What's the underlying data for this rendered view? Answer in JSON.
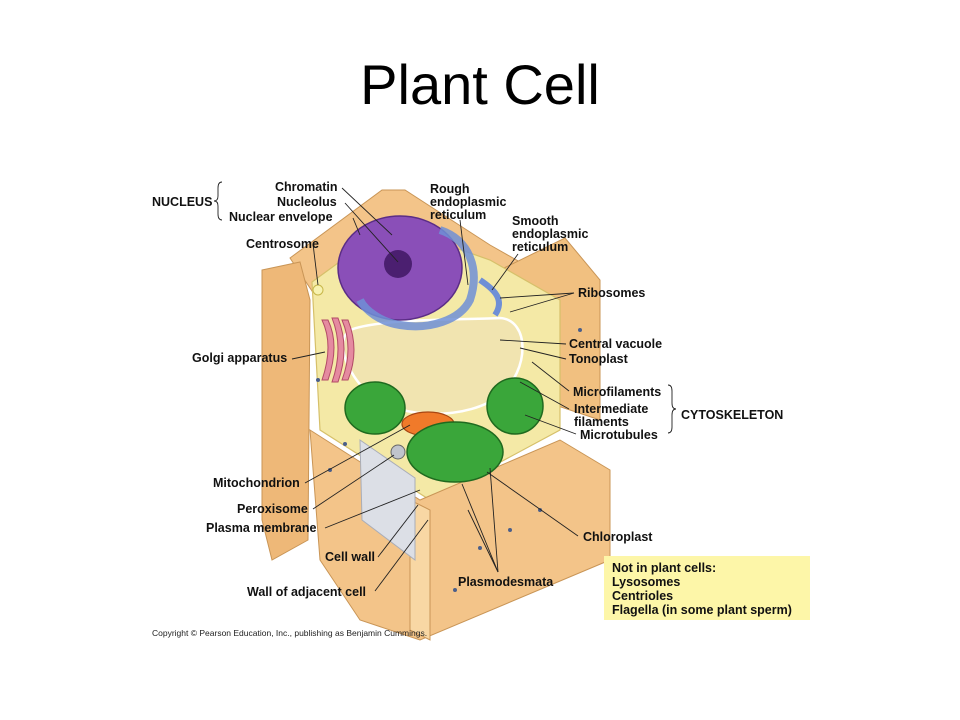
{
  "title": "Plant Cell",
  "labels": {
    "nucleus": "NUCLEUS",
    "chromatin": "Chromatin",
    "nucleolus": "Nucleolus",
    "nuclear_envelope": "Nuclear envelope",
    "centrosome": "Centrosome",
    "golgi": "Golgi apparatus",
    "mitochondrion": "Mitochondrion",
    "peroxisome": "Peroxisome",
    "plasma_membrane": "Plasma membrane",
    "cell_wall": "Cell wall",
    "wall_adjacent": "Wall of adjacent cell",
    "rough_er_1": "Rough",
    "rough_er_2": "endoplasmic",
    "rough_er_3": "reticulum",
    "smooth_er_1": "Smooth",
    "smooth_er_2": "endoplasmic",
    "smooth_er_3": "reticulum",
    "ribosomes": "Ribosomes",
    "central_vacuole": "Central vacuole",
    "tonoplast": "Tonoplast",
    "microfilaments": "Microfilaments",
    "intermediate_1": "Intermediate",
    "intermediate_2": "filaments",
    "microtubules": "Microtubules",
    "cytoskeleton": "CYTOSKELETON",
    "chloroplast": "Chloroplast",
    "plasmodesmata": "Plasmodesmata"
  },
  "note": {
    "heading": "Not in plant cells:",
    "items": [
      "Lysosomes",
      "Centrioles",
      "Flagella (in some plant sperm)"
    ]
  },
  "copyright": "Copyright © Pearson Education, Inc., publishing as Benjamin Cummings.",
  "colors": {
    "cell_wall": "#f3c489",
    "cytoplasm": "#f4e9a6",
    "nucleus": "#8a4fb8",
    "er": "#6f8fd6",
    "golgi": "#e58aa0",
    "vacuole": "#f1e4b0",
    "chloroplast": "#3aa63a",
    "mitochondrion": "#f07a2a",
    "note_bg": "#fdf6a8"
  }
}
